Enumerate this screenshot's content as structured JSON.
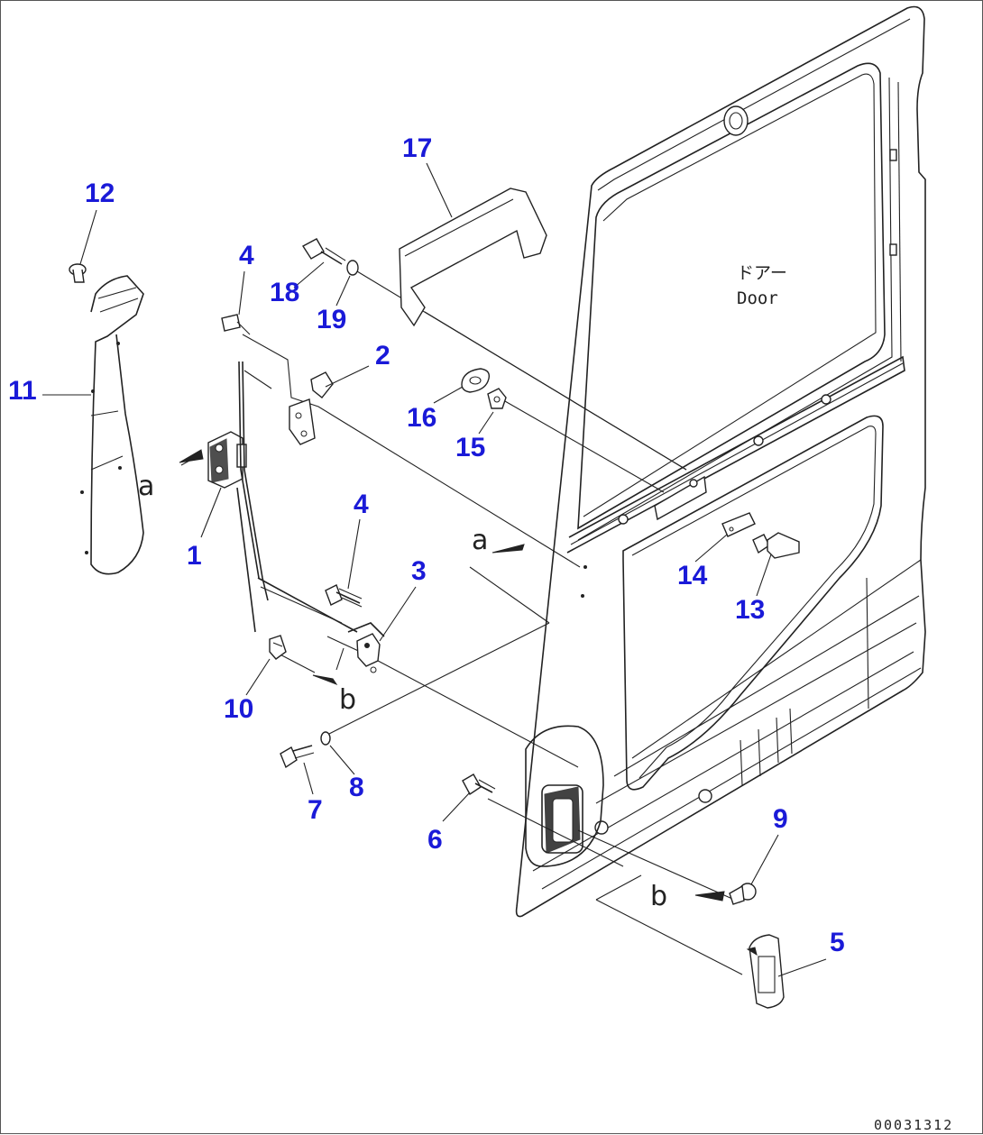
{
  "door_label": {
    "jp": "ドアー",
    "en": "Door"
  },
  "drawing_id": "00031312",
  "ref_letters": [
    "a",
    "a",
    "b",
    "b"
  ],
  "parts": [
    {
      "num": "1"
    },
    {
      "num": "2"
    },
    {
      "num": "3"
    },
    {
      "num": "4"
    },
    {
      "num": "4"
    },
    {
      "num": "5"
    },
    {
      "num": "6"
    },
    {
      "num": "7"
    },
    {
      "num": "8"
    },
    {
      "num": "9"
    },
    {
      "num": "10"
    },
    {
      "num": "11"
    },
    {
      "num": "12"
    },
    {
      "num": "13"
    },
    {
      "num": "14"
    },
    {
      "num": "15"
    },
    {
      "num": "16"
    },
    {
      "num": "17"
    },
    {
      "num": "18"
    },
    {
      "num": "19"
    }
  ],
  "colors": {
    "callout": "#1a1ad8",
    "line": "#222222"
  }
}
